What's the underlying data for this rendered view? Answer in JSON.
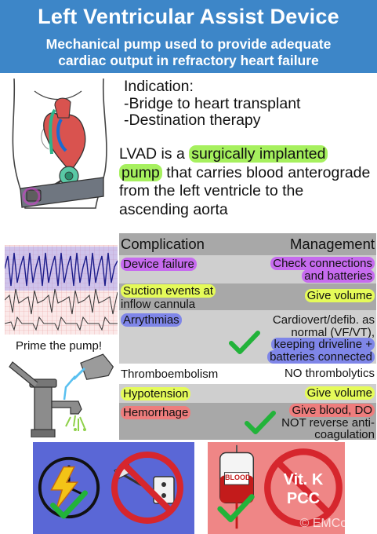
{
  "header": {
    "title": "Left Ventricular Assist Device",
    "subtitle_line1": "Mechanical pump used to provide adequate",
    "subtitle_line2": "cardiac output in refractory heart failure"
  },
  "indication": {
    "heading": "Indication:",
    "items": [
      "-Bridge to heart transplant",
      "-Destination therapy"
    ]
  },
  "description": {
    "part1": "LVAD is a ",
    "highlight1": "surgically implanted",
    "highlight2": "pump",
    "part2": " that carries blood anterograde from the left ventricle to the ascending aorta"
  },
  "prime_label": "Prime the pump!",
  "table": {
    "col_complication": "Complication",
    "col_management": "Management",
    "rows": [
      {
        "complication": "Device failure",
        "management_l1": "Check connections",
        "management_l2": "and batteries"
      },
      {
        "complication_l1": "Suction events at",
        "complication_l2": "inflow cannula",
        "management": "Give volume"
      },
      {
        "complication": "Arrythmias",
        "management_l1": "Cardiovert/defib. as",
        "management_l2": "normal (VF/VT),",
        "management_l3": "keeping driveline +",
        "management_l4": "batteries connected"
      },
      {
        "complication": "Thromboembolism",
        "management": "NO thrombolytics"
      },
      {
        "complication": "Hypotension",
        "management": "Give volume"
      },
      {
        "complication": "Hemorrhage",
        "management_l1": "Give blood, DO",
        "management_l2": "NOT reverse anti-",
        "management_l3": "coagulation"
      }
    ]
  },
  "blood_bag_label": "BLOOD",
  "reversal_label_l1": "Vit. K",
  "reversal_label_l2": "PCC",
  "watermark": "© EMCoach",
  "colors": {
    "header_bg": "#3d86c8",
    "highlight_green": "#a6f05e",
    "highlight_purple": "#c66bee",
    "highlight_yellow": "#e5fb59",
    "highlight_blue": "#7f86e8",
    "highlight_red": "#ee7d7d",
    "check_green": "#22b33a",
    "prohibit_red": "#d6262d",
    "panel_blue": "#5a67d6",
    "panel_red": "#ef8686"
  }
}
